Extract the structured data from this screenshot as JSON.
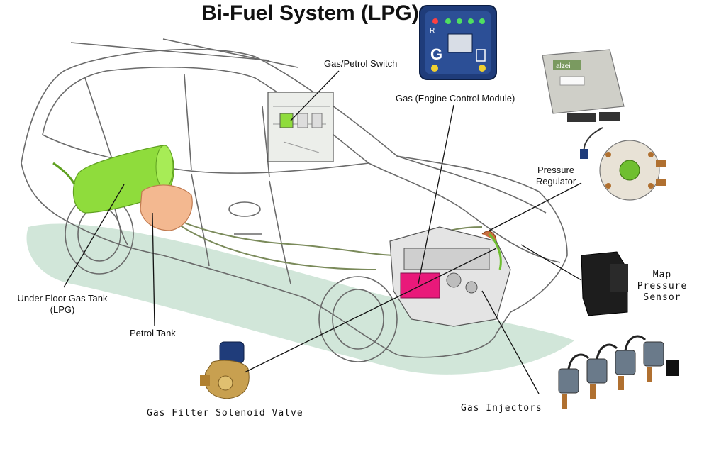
{
  "title": "Bi-Fuel System (LPG)",
  "labels": {
    "gas_petrol_switch": "Gas/Petrol Switch",
    "ecm": "Gas (Engine Control Module)",
    "pressure_regulator_line1": "Pressure",
    "pressure_regulator_line2": "Regulator",
    "map_sensor_line1": "Map",
    "map_sensor_line2": "Pressure",
    "map_sensor_line3": "Sensor",
    "under_floor_tank_line1": "Under Floor Gas Tank",
    "under_floor_tank_line2": "(LPG)",
    "petrol_tank": "Petrol Tank",
    "gas_filter_valve": "Gas Filter Solenoid Valve",
    "gas_injectors": "Gas Injectors"
  },
  "switch_panel": {
    "r_label": "R",
    "g_label": "G"
  },
  "ecm_module": {
    "brand": "alzei"
  },
  "colors": {
    "gas_tank": "#8fdc3c",
    "petrol_tank": "#f3b890",
    "ecu": "#e9197a",
    "switch_panel": "#1f3c7a",
    "shadow": "#c6e0d0"
  }
}
